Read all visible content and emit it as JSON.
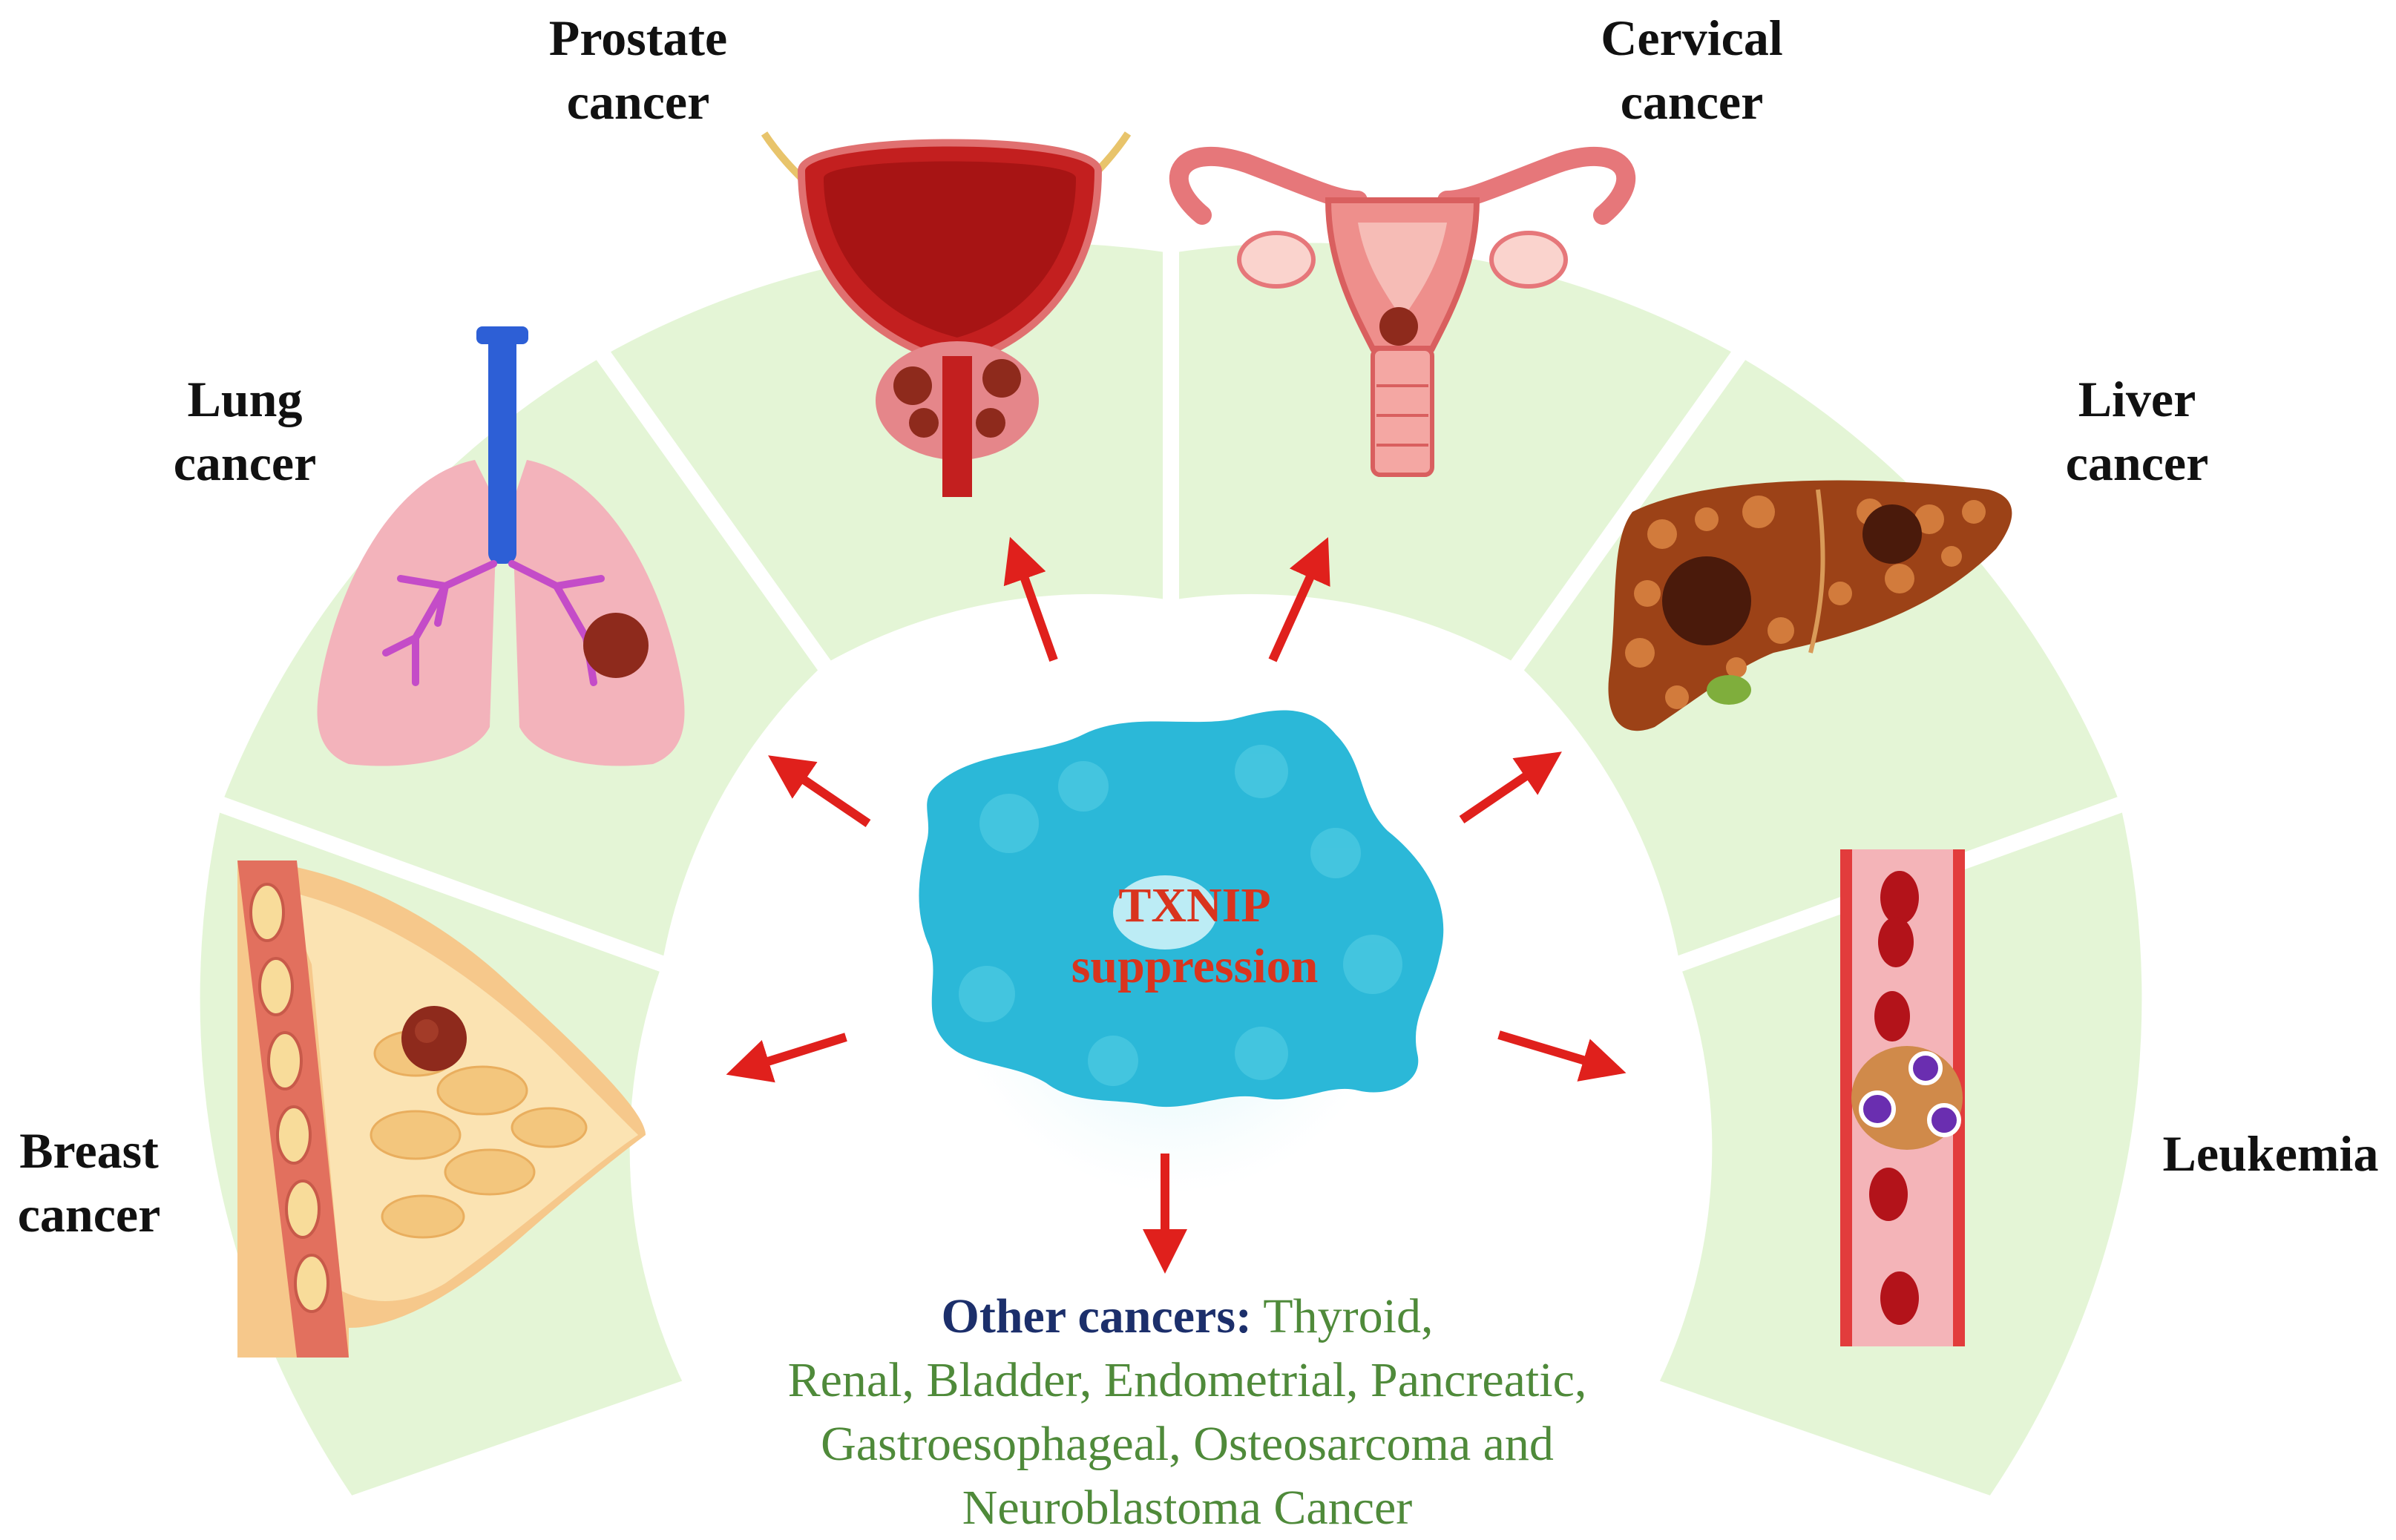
{
  "center": {
    "line1": "TXNIP",
    "line2": "suppression"
  },
  "cancers": {
    "breast": {
      "line1": "Breast",
      "line2": "cancer"
    },
    "lung": {
      "line1": "Lung",
      "line2": "cancer"
    },
    "prostate": {
      "line1": "Prostate",
      "line2": "cancer"
    },
    "cervical": {
      "line1": "Cervical",
      "line2": "cancer"
    },
    "liver": {
      "line1": "Liver",
      "line2": "cancer"
    },
    "leukemia": {
      "line1": "Leukemia"
    }
  },
  "other_cancers": {
    "heading": "Other cancers:",
    "line1": " Thyroid,",
    "line2": "Renal, Bladder, Endometrial, Pancreatic,",
    "line3": "Gastroesophageal, Osteosarcoma and",
    "line4": "Neuroblastoma Cancer"
  },
  "colors": {
    "segment_fill": "#e4f5d6",
    "arrow": "#e0201c",
    "center_blob": "#2bb8d8",
    "center_text": "#d9341e",
    "other_heading": "#1c2f6b",
    "other_text": "#4f8a3a"
  },
  "icons": [
    "breast-icon",
    "lung-icon",
    "prostate-icon",
    "uterus-icon",
    "liver-icon",
    "blood-vessel-icon",
    "protein-blob-icon"
  ]
}
